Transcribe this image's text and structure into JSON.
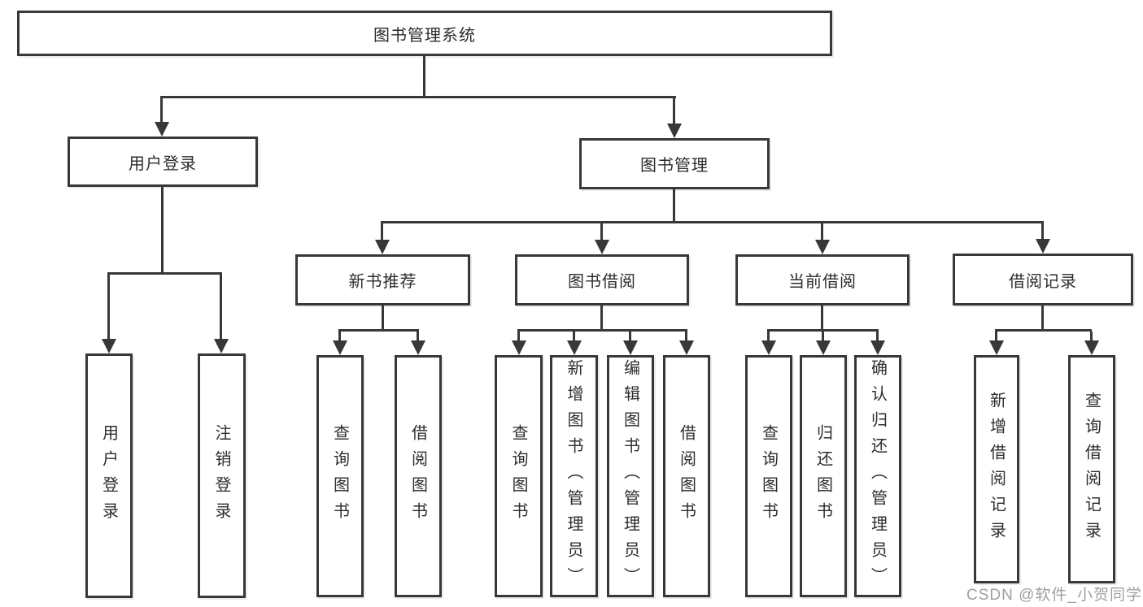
{
  "diagram": {
    "type": "hierarchy-tree",
    "title": "图书管理系统"
  },
  "nodes": {
    "root": {
      "label": "图书管理系统"
    },
    "user_login": {
      "label": "用户登录"
    },
    "book_mgmt": {
      "label": "图书管理"
    },
    "new_book_rec": {
      "label": "新书推荐"
    },
    "book_borrow": {
      "label": "图书借阅"
    },
    "current_borrow": {
      "label": "当前借阅"
    },
    "borrow_records": {
      "label": "借阅记录"
    },
    "leaf_user_login": {
      "label": "用户登录"
    },
    "leaf_logout": {
      "label": "注销登录"
    },
    "leaf_query_book_rec": {
      "label": "查询图书"
    },
    "leaf_borrow_book_rec": {
      "label": "借阅图书"
    },
    "leaf_query_book_borrow": {
      "label": "查询图书"
    },
    "leaf_add_book_admin": {
      "label": "新增图书（管理员）"
    },
    "leaf_edit_book_admin": {
      "label": "编辑图书（管理员）"
    },
    "leaf_borrow_book_borrow": {
      "label": "借阅图书"
    },
    "leaf_query_book_current": {
      "label": "查询图书"
    },
    "leaf_return_book": {
      "label": "归还图书"
    },
    "leaf_confirm_return_admin": {
      "label": "确认归还（管理员）"
    },
    "leaf_add_borrow_record": {
      "label": "新增借阅记录"
    },
    "leaf_query_borrow_record": {
      "label": "查询借阅记录"
    }
  },
  "watermark": {
    "text": "CSDN @软件_小贺同学"
  },
  "colors": {
    "line": "#383838",
    "box_border": "#383838",
    "text": "#2d2d2d",
    "background": "#ffffff",
    "watermark": "#9a9a9a"
  }
}
